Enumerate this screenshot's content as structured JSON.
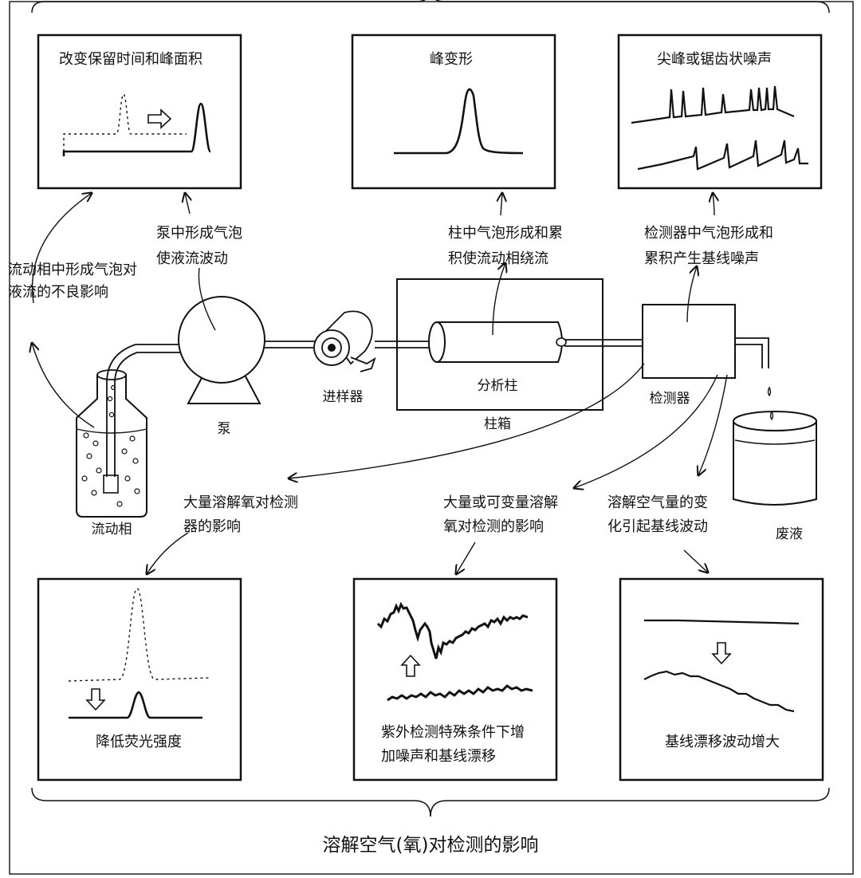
{
  "title": "溶解空气(氧)对检测的影响",
  "panels": {
    "top_left": {
      "title": "改变保留时间和峰面积"
    },
    "top_mid": {
      "title": "峰变形"
    },
    "top_right": {
      "title": "尖峰或锯齿状噪声"
    },
    "bottom_left": {
      "title": "降低荧光强度"
    },
    "bottom_mid": {
      "title_line1": "紫外检测特殊条件下增",
      "title_line2": "加噪声和基线漂移"
    },
    "bottom_right": {
      "title": "基线漂移波动增大"
    }
  },
  "components": {
    "mobile_phase": "流动相",
    "pump": "泵",
    "injector": "进样器",
    "column": "分析柱",
    "column_oven": "柱箱",
    "detector": "检测器",
    "waste": "废液"
  },
  "notes": {
    "mobile_phase_bubbles": [
      "流动相中形成气泡对",
      "液流的不良影响"
    ],
    "pump_bubbles": [
      "泵中形成气泡",
      "使液流波动"
    ],
    "column_bubbles": [
      "柱中气泡形成和累",
      "积使流动相绕流"
    ],
    "detector_bubbles": [
      "检测器中气泡形成和",
      "累积产生基线噪声"
    ],
    "dissolved_oxygen": [
      "大量溶解氧对检测",
      "器的影响"
    ],
    "variable_oxygen": [
      "大量或可变量溶解",
      "氧对检测的影响"
    ],
    "air_variation": [
      "溶解空气量的变",
      "化引起基线波动"
    ]
  }
}
